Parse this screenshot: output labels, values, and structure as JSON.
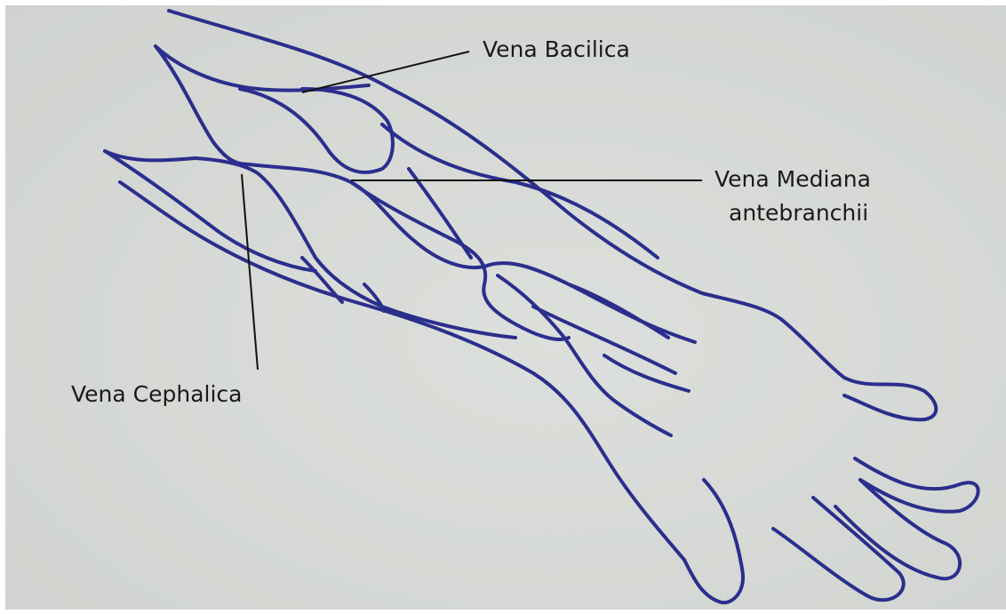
{
  "labels": {
    "basilica": "Vena Bacilica",
    "mediana_line1": "Vena Mediana",
    "mediana_line2": "antebranchii",
    "cephalica": "Vena Cephalica"
  },
  "colors": {
    "ink": "#2a2e8c",
    "paper": "#d7dad6",
    "label_text": "#1a1a1a",
    "leader_line": "#111111"
  }
}
